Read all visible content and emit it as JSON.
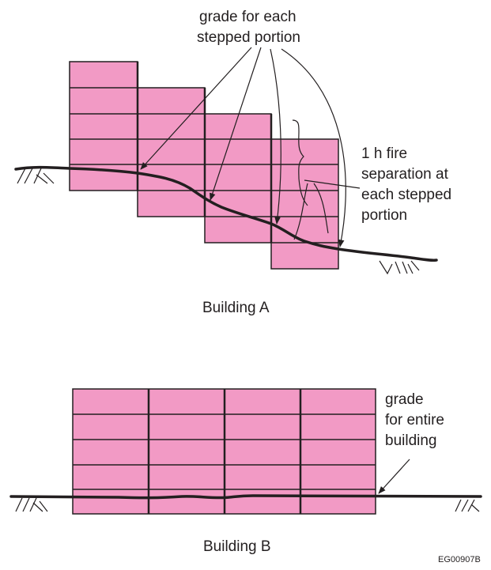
{
  "building_a": {
    "leader_label": [
      "grade for each",
      "stepped portion"
    ],
    "separation_label": [
      "1 h fire",
      "separation at",
      "each stepped",
      "portion"
    ],
    "caption": "Building A"
  },
  "building_b": {
    "grade_label": [
      "grade",
      "for entire",
      "building"
    ],
    "caption": "Building B"
  },
  "figure_id": "EG00907B",
  "colors": {
    "building_fill": "#f29ac5",
    "line": "#231f20"
  }
}
